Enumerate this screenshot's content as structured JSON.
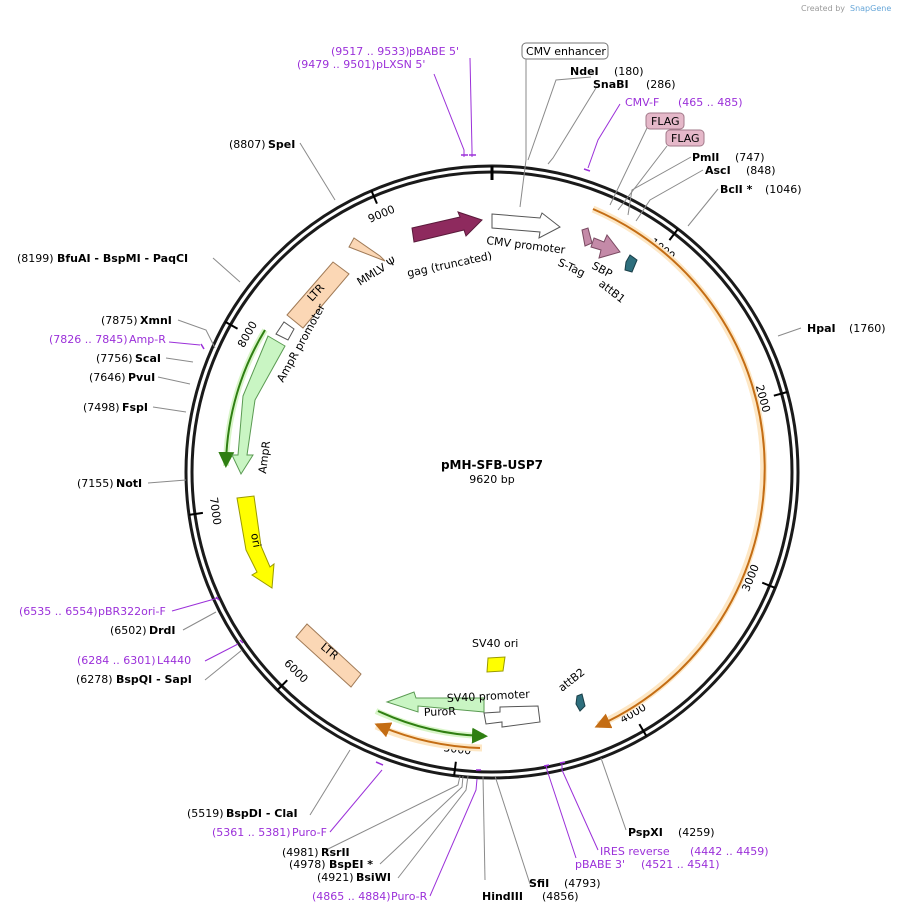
{
  "branding": {
    "text": "Created by",
    "product": "SnapGene"
  },
  "plasmid": {
    "name": "pMH-SFB-USP7",
    "length_label": "9620 bp",
    "length": 9620
  },
  "ticks": [
    {
      "pos": 1000,
      "label": "1000"
    },
    {
      "pos": 2000,
      "label": "2000"
    },
    {
      "pos": 3000,
      "label": "3000"
    },
    {
      "pos": 4000,
      "label": "4000"
    },
    {
      "pos": 5000,
      "label": "5000"
    },
    {
      "pos": 6000,
      "label": "6000"
    },
    {
      "pos": 7000,
      "label": "7000"
    },
    {
      "pos": 8000,
      "label": "8000"
    },
    {
      "pos": 9000,
      "label": "9000"
    }
  ],
  "sites_right": [
    {
      "name": "NdeI",
      "pos": "(180)"
    },
    {
      "name": "SnaBI",
      "pos": "(286)"
    },
    {
      "name": "PmlI",
      "pos": "(747)"
    },
    {
      "name": "AscI",
      "pos": "(848)"
    },
    {
      "name": "BclI *",
      "pos": "(1046)"
    },
    {
      "name": "HpaI",
      "pos": "(1760)"
    },
    {
      "name": "PspXI",
      "pos": "(4259)"
    },
    {
      "name": "SfiI",
      "pos": "(4793)"
    },
    {
      "name": "HindIII",
      "pos": "(4856)"
    }
  ],
  "sites_left": [
    {
      "pos": "(8807)",
      "name": "SpeI"
    },
    {
      "pos": "(8199)",
      "name": "BfuAI  - BspMI  - PaqCI"
    },
    {
      "pos": "(7875)",
      "name": "XmnI"
    },
    {
      "pos": "(7756)",
      "name": "ScaI"
    },
    {
      "pos": "(7646)",
      "name": "PvuI"
    },
    {
      "pos": "(7498)",
      "name": "FspI"
    },
    {
      "pos": "(7155)",
      "name": "NotI"
    },
    {
      "pos": "(6502)",
      "name": "DrdI"
    },
    {
      "pos": "(6278)",
      "name": "BspQI  - SapI"
    },
    {
      "pos": "(5519)",
      "name": "BspDI  - ClaI"
    },
    {
      "pos": "(4981)",
      "name": "RsrII"
    },
    {
      "pos": "(4978)",
      "name": "BspEI *"
    },
    {
      "pos": "(4921)",
      "name": "BsiWI"
    }
  ],
  "primers": [
    {
      "range": "(9517 .. 9533)",
      "name": "pBABE 5'"
    },
    {
      "range": "(9479 .. 9501)",
      "name": "pLXSN 5'"
    },
    {
      "range": "(465 .. 485)",
      "name": "CMV-F"
    },
    {
      "range": "(7826 .. 7845)",
      "name": "Amp-R"
    },
    {
      "range": "(6535 .. 6554)",
      "name": "pBR322ori-F"
    },
    {
      "range": "(6284 .. 6301)",
      "name": "L4440"
    },
    {
      "range": "(5361 .. 5381)",
      "name": "Puro-F"
    },
    {
      "range": "(4865 .. 4884)",
      "name": "Puro-R"
    },
    {
      "range": "(4442 .. 4459)",
      "name": "IRES reverse"
    },
    {
      "range": "(4521 .. 4541)",
      "name": "pBABE 3'"
    }
  ],
  "boxed_labels": [
    "CMV enhancer",
    "FLAG",
    "FLAG"
  ],
  "features": [
    {
      "name": "gag (truncated)"
    },
    {
      "name": "MMLV Ψ"
    },
    {
      "name": "LTR"
    },
    {
      "name": "AmpR promoter"
    },
    {
      "name": "AmpR"
    },
    {
      "name": "ori"
    },
    {
      "name": "LTR"
    },
    {
      "name": "CMV promoter"
    },
    {
      "name": "S-Tag"
    },
    {
      "name": "SBP"
    },
    {
      "name": "attB1"
    },
    {
      "name": "SV40 ori"
    },
    {
      "name": "SV40 promoter"
    },
    {
      "name": "PuroR"
    },
    {
      "name": "attB2"
    }
  ],
  "colors": {
    "backbone": "#1a1a1a",
    "primer": "#9b30d9",
    "gag": "#8e2a5e",
    "ltr": "#fbd7b5",
    "ampr": "#c9f5c3",
    "ori": "#ffff00",
    "cmv_promoter": "#ffffff",
    "stag": "#c48aa8",
    "att": "#2e6f7d",
    "sv40ori": "#ffff00",
    "usp7_track": "#f5a742",
    "flag_box": "#e5b8c9"
  }
}
